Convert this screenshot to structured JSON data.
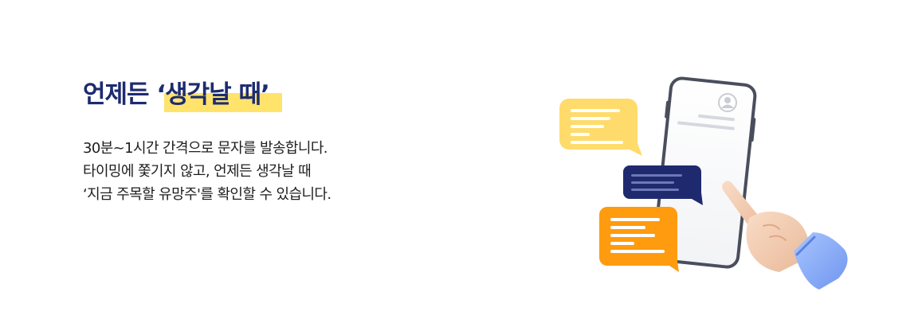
{
  "headline": {
    "plain": "언제든 ",
    "highlighted": "‘생각날 때’"
  },
  "body": {
    "lines": [
      "30분~1시간 간격으로 문자를 발송합니다.",
      "타이밍에 쫓기지 않고, 언제든 생각날 때",
      "‘지금 주목할 유망주'를 확인할 수 있습니다."
    ]
  },
  "illustration": {
    "icons": [
      "smartphone-icon",
      "profile-avatar-icon",
      "yellow-chat-bubble-icon",
      "navy-chat-bubble-icon",
      "orange-chat-bubble-icon",
      "pointing-hand-icon"
    ],
    "colors": {
      "headline": "#1d2b6f",
      "highlight": "#ffe36b",
      "yellow_bubble": "#ffdb6b",
      "navy_bubble": "#1f2a6e",
      "orange_bubble": "#ff9b0f",
      "phone_frame": "#4a4e5c"
    }
  }
}
